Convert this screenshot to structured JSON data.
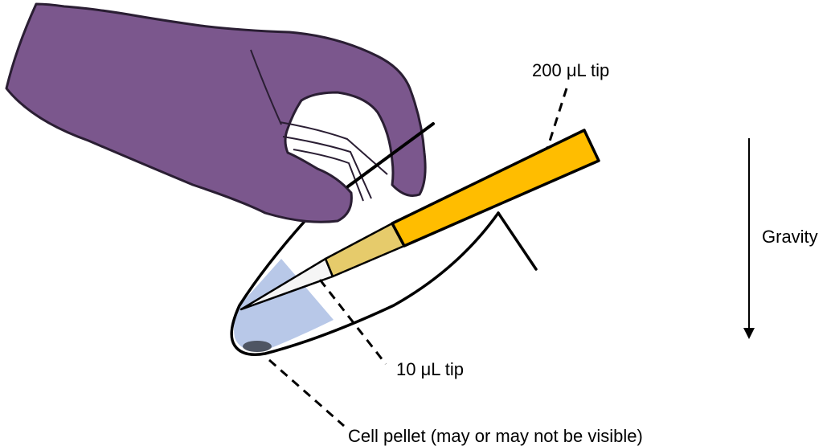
{
  "labels": {
    "tip_200": "200 μL tip",
    "tip_10": "10 μL tip",
    "gravity": "Gravity",
    "cell_pellet": "Cell pellet (may or may not be visible)"
  },
  "colors": {
    "glove": "#7b578d",
    "glove_outline": "#2a1e33",
    "tip_200_fill": "#ffbd00",
    "tip_10_fill": "#e6cb6b",
    "liquid": "#b8c8e8",
    "pellet": "#4e5563",
    "line": "#000000"
  }
}
